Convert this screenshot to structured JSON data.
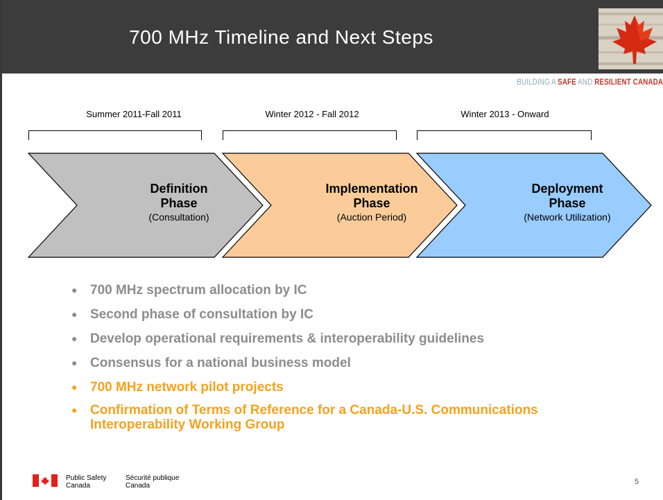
{
  "header": {
    "title": "700 MHz Timeline and Next Steps",
    "tagline_pre": "BUILDING A ",
    "tagline_safe": "SAFE",
    "tagline_mid": " AND ",
    "tagline_resilient": "RESILIENT CANADA"
  },
  "timeline": {
    "periods": [
      "Summer 2011-Fall 2011",
      "Winter 2012 - Fall 2012",
      "Winter 2013 - Onward"
    ],
    "phases": [
      {
        "name": "Definition",
        "word": "Phase",
        "sub": "(Consultation)",
        "color": "#c0c0c0"
      },
      {
        "name": "Implementation",
        "word": "Phase",
        "sub": "(Auction Period)",
        "color": "#fbcc9a"
      },
      {
        "name": "Deployment",
        "word": "Phase",
        "sub": "(Network Utilization)",
        "color": "#99ccff"
      }
    ]
  },
  "bullets": [
    {
      "text": "700 MHz spectrum allocation by IC",
      "highlight": false
    },
    {
      "text": "Second phase of consultation by IC",
      "highlight": false
    },
    {
      "text": "Develop operational requirements & interoperability guidelines",
      "highlight": false
    },
    {
      "text": "Consensus for a national business model",
      "highlight": false
    },
    {
      "text": "700 MHz network pilot projects",
      "highlight": true
    },
    {
      "text": "Confirmation of Terms of Reference for a Canada-U.S. Communications Interoperability Working Group",
      "highlight": true
    }
  ],
  "footer": {
    "dept_en_1": "Public Safety",
    "dept_en_2": "Canada",
    "dept_fr_1": "Sécurité publique",
    "dept_fr_2": "Canada",
    "page_number": "5"
  },
  "colors": {
    "title_bar": "#3c3c3c",
    "highlight_bullet": "#f4a21e",
    "grey_bullet": "#8c8c8c",
    "flag_red": "#e0201b"
  }
}
